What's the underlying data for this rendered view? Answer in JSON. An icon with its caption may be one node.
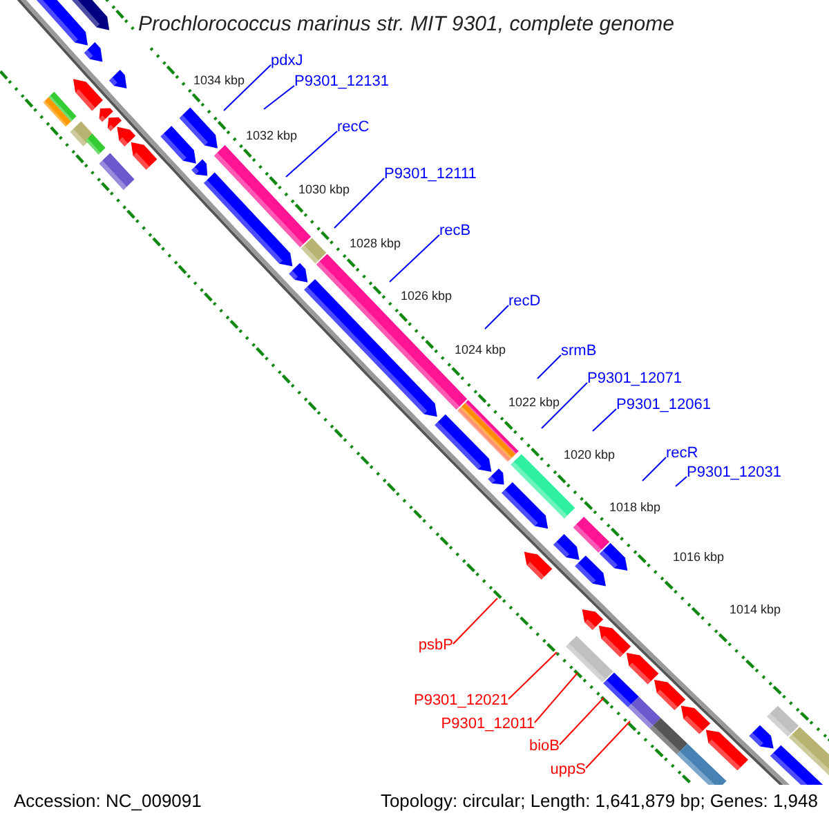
{
  "diagram": {
    "title": "Prochlorococcus marinus str. MIT 9301, complete genome",
    "nodes": [
      {
        "text": [
          "pdxJ"
        ]
      },
      {
        "text": [
          "P9301_12131"
        ]
      },
      {
        "text": [
          "recC"
        ]
      },
      {
        "text": [
          "P9301_12111"
        ]
      },
      {
        "text": [
          "recB"
        ]
      },
      {
        "text": [
          "recD"
        ]
      },
      {
        "text": [
          "srmB"
        ]
      },
      {
        "text": [
          "P9301_12071"
        ]
      },
      {
        "text": [
          "P9301_12061"
        ]
      },
      {
        "text": [
          "recR"
        ]
      },
      {
        "text": [
          "P9301_12031"
        ]
      },
      {
        "text": [
          "psbP"
        ]
      },
      {
        "text": [
          "P9301_12021"
        ]
      },
      {
        "text": [
          "P9301_12011"
        ]
      },
      {
        "text": [
          "bioB"
        ]
      },
      {
        "text": [
          "uppS"
        ]
      }
    ],
    "edges": [
      {
        "from": 0,
        "to": null,
        "arrow": "none"
      },
      {
        "from": 1,
        "to": null,
        "arrow": "none"
      },
      {
        "from": 2,
        "to": null,
        "arrow": "none"
      },
      {
        "from": 3,
        "to": null,
        "arrow": "none"
      },
      {
        "from": 4,
        "to": null,
        "arrow": "none"
      },
      {
        "from": 5,
        "to": null,
        "arrow": "none"
      },
      {
        "from": 6,
        "to": null,
        "arrow": "none"
      },
      {
        "from": 7,
        "to": null,
        "arrow": "none"
      },
      {
        "from": 8,
        "to": null,
        "arrow": "none"
      },
      {
        "from": 9,
        "to": null,
        "arrow": "none"
      },
      {
        "from": 10,
        "to": null,
        "arrow": "none"
      },
      {
        "from": 11,
        "to": null,
        "arrow": "none",
        "color": "#ff0000"
      },
      {
        "from": 12,
        "to": null,
        "arrow": "none",
        "color": "#ff0000"
      },
      {
        "from": 13,
        "to": null,
        "arrow": "none",
        "color": "#ff0000"
      },
      {
        "from": 14,
        "to": null,
        "arrow": "none",
        "color": "#ff0000"
      },
      {
        "from": 15,
        "to": null,
        "arrow": "none",
        "color": "#ff0000"
      }
    ],
    "labels": [
      "1034 kbp",
      "1032 kbp",
      "1030 kbp",
      "1028 kbp",
      "1026 kbp",
      "1024 kbp",
      "1022 kbp",
      "1020 kbp",
      "1018 kbp",
      "1016 kbp",
      "1014 kbp",
      "Accession: NC_009091",
      "Topology: circular; Length: 1,641,879 bp; Genes: 1,948"
    ]
  }
}
